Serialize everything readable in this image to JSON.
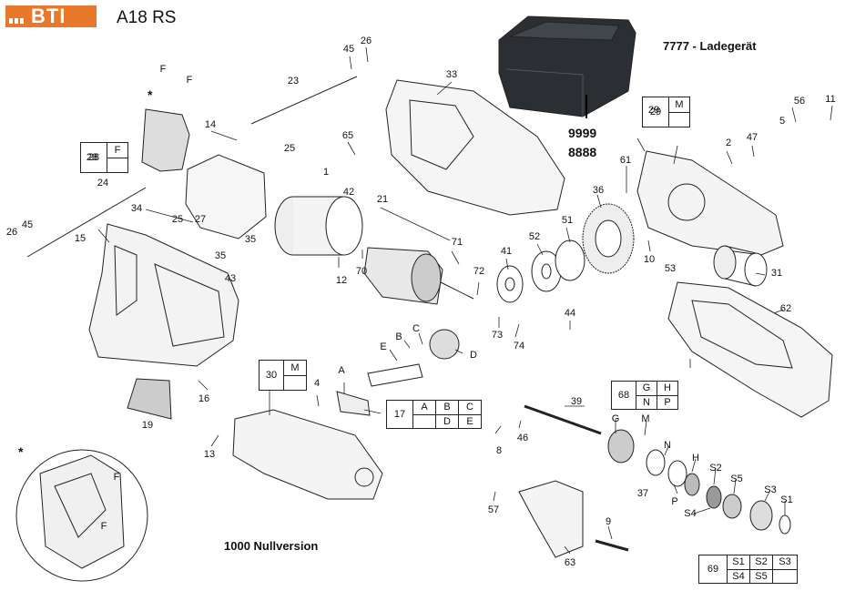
{
  "header": {
    "brand": "BTI",
    "model": "A18 RS"
  },
  "notes": {
    "charger": "7777 - Ladegerät",
    "code1": "9999",
    "code2": "8888",
    "nullversion": "1000 Nullversion",
    "asterisk": "*"
  },
  "insets": {
    "f_top": "F",
    "f_bottom": "F"
  },
  "tables": {
    "t28": [
      "28",
      "F"
    ],
    "t29": [
      "29",
      "M"
    ],
    "t30": [
      "30",
      "M"
    ],
    "t17": [
      "17",
      "A",
      "B",
      "C",
      "D",
      "E"
    ],
    "t68": [
      "68",
      "G",
      "H",
      "N",
      "P"
    ],
    "t69": [
      "69",
      "S1",
      "S2",
      "S3",
      "S4",
      "S5"
    ]
  },
  "part_labels": [
    "45",
    "26",
    "23",
    "F",
    "F",
    "14",
    "25",
    "65",
    "1",
    "42",
    "33",
    "29",
    "56",
    "11",
    "5",
    "47",
    "2",
    "28",
    "24",
    "26",
    "45",
    "15",
    "34",
    "25",
    "27",
    "35",
    "43",
    "21",
    "12",
    "70",
    "71",
    "72",
    "41",
    "52",
    "51",
    "36",
    "61",
    "10",
    "53",
    "31",
    "62",
    "44",
    "73",
    "74",
    "B",
    "C",
    "E",
    "D",
    "A",
    "16",
    "19",
    "30",
    "4",
    "17",
    "68",
    "G",
    "H",
    "N",
    "P",
    "M",
    "39",
    "46",
    "8",
    "13",
    "37",
    "S2",
    "S5",
    "S3",
    "S1",
    "S4",
    "57",
    "63",
    "9",
    "69"
  ],
  "colors": {
    "logo": "#e8792c",
    "line": "#222222"
  }
}
